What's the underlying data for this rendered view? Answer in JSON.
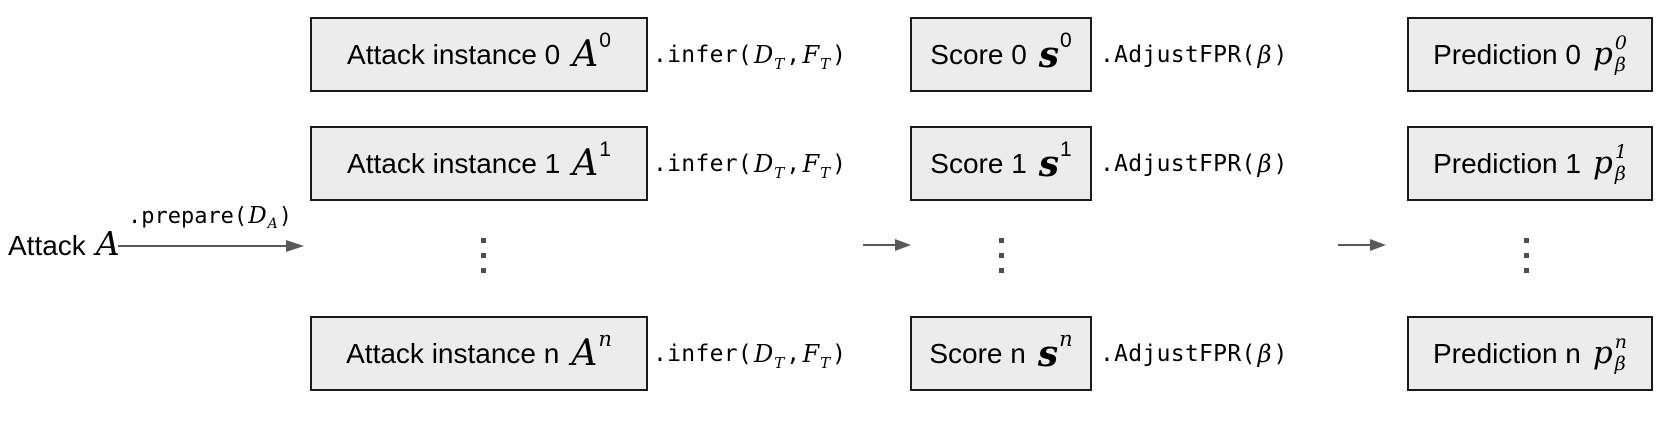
{
  "colors": {
    "background": "#ffffff",
    "box_fill": "#ececec",
    "box_border": "#1a1a1a",
    "arrow": "#595959",
    "text": "#000000"
  },
  "source": {
    "label": "Attack",
    "symbol": "A",
    "prepare": {
      "prefix": ".prepare(",
      "arg_symbol": "D",
      "arg_sub": "A",
      "suffix": ")"
    }
  },
  "labels": {
    "infer": {
      "prefix": ".infer(",
      "arg1_symbol": "D",
      "arg1_sub": "T",
      "separator": ",",
      "arg2_symbol": "F",
      "arg2_sub": "T",
      "suffix": ")"
    },
    "adjust": {
      "prefix": ".AdjustFPR(",
      "arg_symbol": "β",
      "suffix": ")"
    }
  },
  "rows": [
    {
      "attack": {
        "label": "Attack instance 0",
        "symbol": "A",
        "sup": "0"
      },
      "score": {
        "label": "Score 0",
        "symbol": "s",
        "sup": "0"
      },
      "prediction": {
        "label": "Prediction 0",
        "symbol": "p",
        "sup": "0",
        "sub": "β"
      }
    },
    {
      "attack": {
        "label": "Attack instance 1",
        "symbol": "A",
        "sup": "1"
      },
      "score": {
        "label": "Score 1",
        "symbol": "s",
        "sup": "1"
      },
      "prediction": {
        "label": "Prediction 1",
        "symbol": "p",
        "sup": "1",
        "sub": "β"
      }
    },
    {
      "attack": {
        "label": "Attack instance n",
        "symbol": "A",
        "sup": "n"
      },
      "score": {
        "label": "Score n",
        "symbol": "s",
        "sup": "n"
      },
      "prediction": {
        "label": "Prediction n",
        "symbol": "p",
        "sup": "n",
        "sub": "β"
      }
    }
  ]
}
